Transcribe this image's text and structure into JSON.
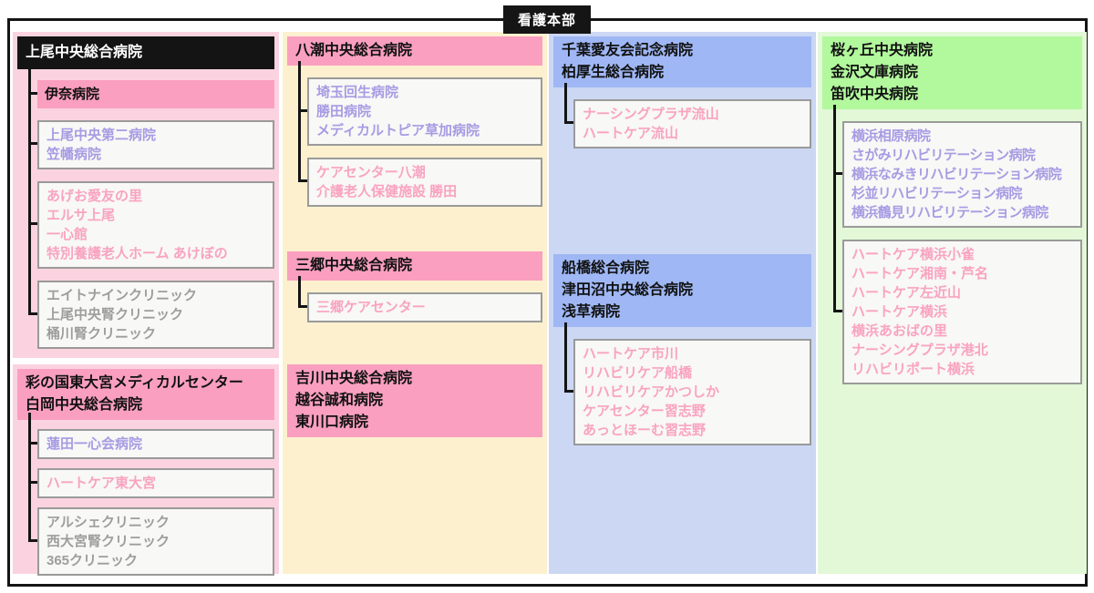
{
  "root_label": "看護本部",
  "palette": {
    "frame_border": "#151515",
    "root_bg": "#151515",
    "root_text": "#ffffff",
    "line_color": "#141414",
    "col_pink_bg": "#FBD3E0",
    "col_cream_bg": "#FCF0CF",
    "col_blue_bg": "#CBD7F3",
    "col_green_bg": "#E2F8D7",
    "header_pink": "#FA9FBF",
    "header_blue": "#9FB7F4",
    "header_green": "#B2F89D",
    "header_black": "#141414",
    "node_bg": "#F8F8F6",
    "node_border": "#9A9A9A",
    "text_purple": "#A79BE3",
    "text_pink": "#F9A3C1",
    "text_gray": "#9D9D9D"
  },
  "columns": [
    {
      "name": "ageo-group-column",
      "blocks": [
        {
          "sections": [
            {
              "header": {
                "style": "black",
                "lines": [
                  "上尾中央総合病院"
                ]
              },
              "children": [
                {
                  "style": "solid-pink",
                  "lines": [
                    "伊奈病院"
                  ]
                },
                {
                  "style": "purple",
                  "lines": [
                    "上尾中央第二病院",
                    "笠幡病院"
                  ]
                },
                {
                  "style": "pink",
                  "lines": [
                    "あげお愛友の里",
                    "エルサ上尾",
                    "一心館",
                    "特別養護老人ホーム あけぼの"
                  ]
                },
                {
                  "style": "gray",
                  "lines": [
                    "エイトナインクリニック",
                    "上尾中央腎クリニック",
                    "桶川腎クリニック"
                  ]
                }
              ]
            }
          ]
        },
        {
          "sections": [
            {
              "header": {
                "style": "pink",
                "lines": [
                  "彩の国東大宮メディカルセンター",
                  "白岡中央総合病院"
                ]
              },
              "children": [
                {
                  "style": "purple",
                  "lines": [
                    "蓮田一心会病院"
                  ]
                },
                {
                  "style": "pink",
                  "lines": [
                    "ハートケア東大宮"
                  ]
                },
                {
                  "style": "gray",
                  "lines": [
                    "アルシェクリニック",
                    "西大宮腎クリニック",
                    "365クリニック"
                  ]
                }
              ]
            }
          ]
        }
      ]
    },
    {
      "name": "saitama-east-column",
      "blocks": [
        {
          "sections": [
            {
              "header": {
                "style": "pink",
                "lines": [
                  "八潮中央総合病院"
                ]
              },
              "children": [
                {
                  "style": "purple",
                  "lines": [
                    "埼玉回生病院",
                    "勝田病院",
                    "メディカルトピア草加病院"
                  ]
                },
                {
                  "style": "pink",
                  "lines": [
                    "ケアセンター八潮",
                    "介護老人保健施設 勝田"
                  ]
                }
              ]
            },
            {
              "header": {
                "style": "pink",
                "lines": [
                  "三郷中央総合病院"
                ]
              },
              "children": [
                {
                  "style": "pink",
                  "lines": [
                    "三郷ケアセンター"
                  ]
                }
              ]
            },
            {
              "header": {
                "style": "pink",
                "lines": [
                  "吉川中央総合病院",
                  "越谷誠和病院",
                  "東川口病院"
                ]
              },
              "children": []
            }
          ]
        }
      ]
    },
    {
      "name": "chiba-column",
      "blocks": [
        {
          "sections": [
            {
              "header": {
                "style": "blue",
                "lines": [
                  "千葉愛友会記念病院",
                  "柏厚生総合病院"
                ]
              },
              "children": [
                {
                  "style": "pink",
                  "lines": [
                    "ナーシングプラザ流山",
                    "ハートケア流山"
                  ]
                }
              ]
            },
            {
              "header": {
                "style": "blue",
                "lines": [
                  "船橋総合病院",
                  "津田沼中央総合病院",
                  "浅草病院"
                ]
              },
              "children": [
                {
                  "style": "pink",
                  "lines": [
                    "ハートケア市川",
                    "リハビリケア船橋",
                    "リハビリケアかつしか",
                    "ケアセンター習志野",
                    "あっとほーむ習志野"
                  ]
                }
              ]
            }
          ]
        }
      ]
    },
    {
      "name": "kanagawa-column",
      "blocks": [
        {
          "sections": [
            {
              "header": {
                "style": "green",
                "lines": [
                  "桜ヶ丘中央病院",
                  "金沢文庫病院",
                  "笛吹中央病院"
                ]
              },
              "children": [
                {
                  "style": "purple",
                  "lines": [
                    "横浜相原病院",
                    "さがみリハビリテーション病院",
                    "横浜なみきリハビリテーション病院",
                    "杉並リハビリテーション病院",
                    "横浜鶴見リハビリテーション病院"
                  ]
                },
                {
                  "style": "pink",
                  "lines": [
                    "ハートケア横浜小雀",
                    "ハートケア湘南・芦名",
                    "ハートケア左近山",
                    "ハートケア横浜",
                    "横浜あおばの里",
                    "ナーシングプラザ港北",
                    "リハビリポート横浜"
                  ]
                }
              ]
            }
          ]
        }
      ]
    }
  ]
}
